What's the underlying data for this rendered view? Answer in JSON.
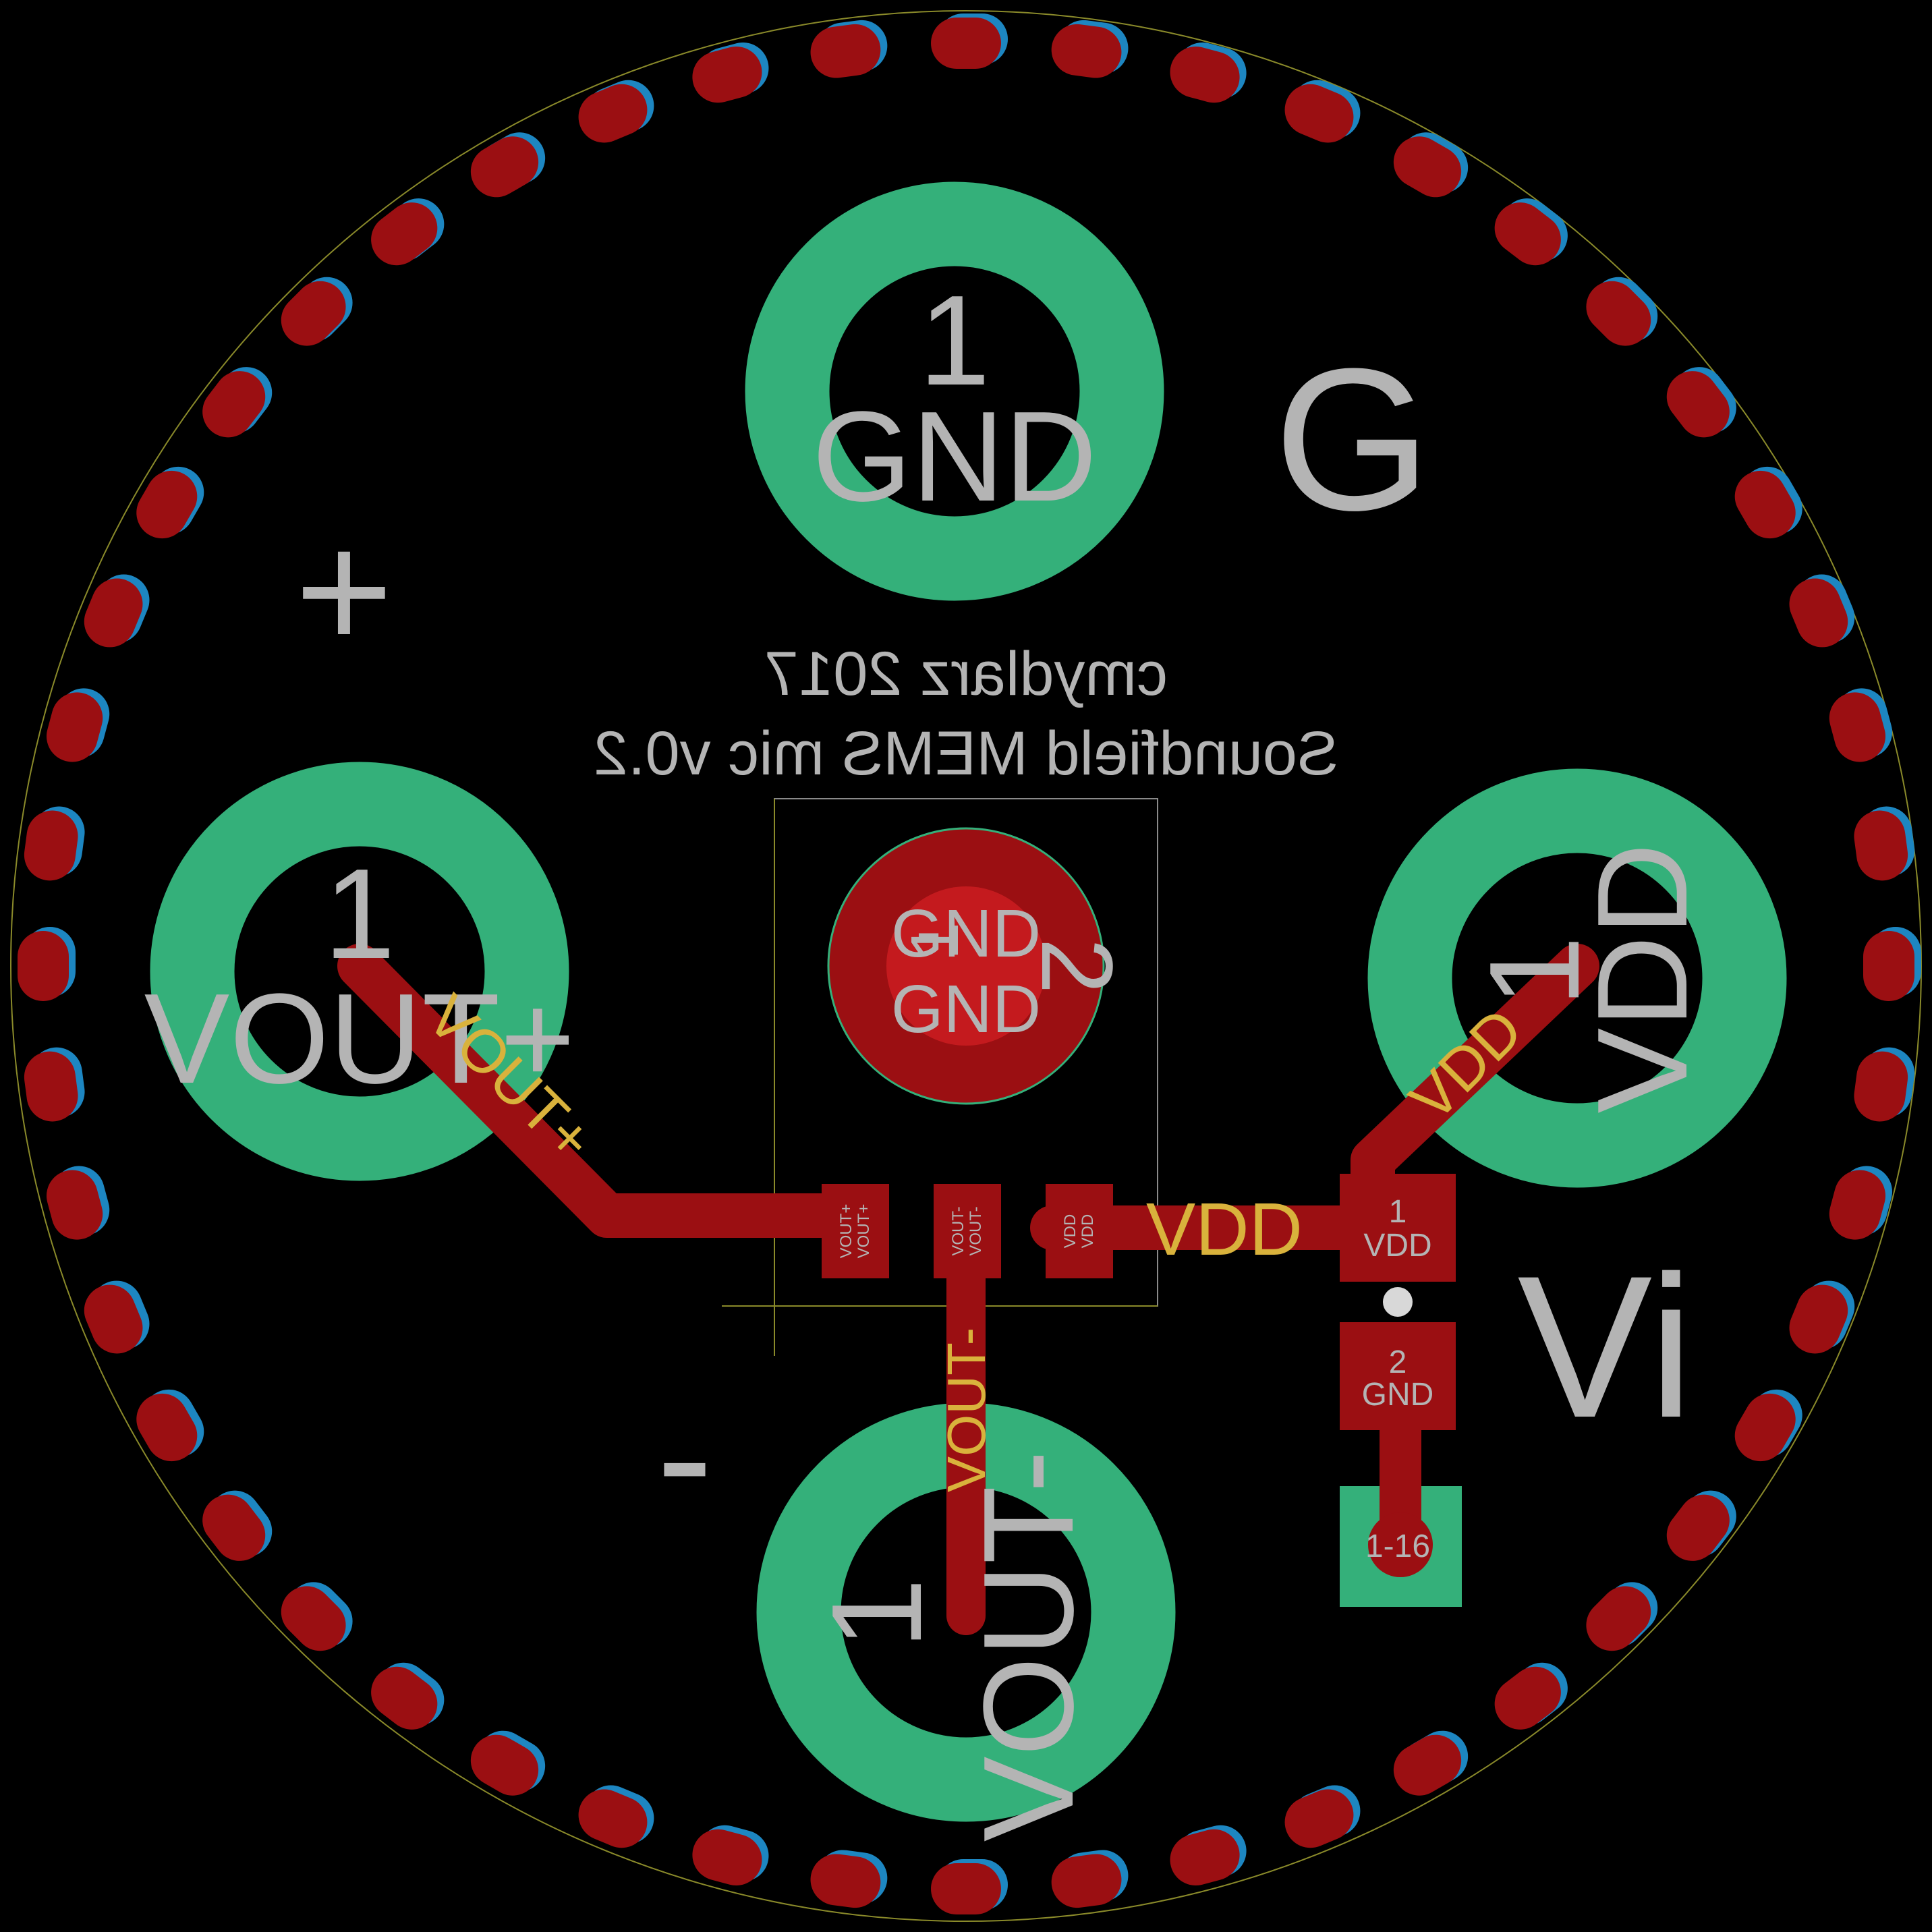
{
  "board": {
    "credit_line": "cmydlarz 2017",
    "title_line": "Soundfield MEMS mic v0.2",
    "polarity_plus": "+",
    "polarity_minus": "-",
    "letter_g": "G",
    "letter_vi": "Vi"
  },
  "pads": {
    "gnd": {
      "pin": "1",
      "net": "GND"
    },
    "vout_plus": {
      "pin": "1",
      "net": "VOUT+"
    },
    "vdd": {
      "pin": "1",
      "net": "VDD"
    },
    "vout_minus": {
      "pin": "1",
      "net": "VOUT-"
    }
  },
  "center_via": {
    "line1": "GND",
    "line2": "GND",
    "pin_a": "1",
    "pin_b": "2"
  },
  "mems_pads": {
    "vout_plus": {
      "line1": "VOUT+",
      "line2": "VOUT+"
    },
    "vout_minus": {
      "line1": "VOUT-",
      "line2": "VOUT-"
    },
    "vdd": {
      "line1": "VDD",
      "line2": "VDD"
    }
  },
  "cap_pads": {
    "pad1": {
      "pin": "1",
      "net": "VDD"
    },
    "pad2": {
      "pin": "2",
      "net": "GND"
    }
  },
  "test_pad": {
    "label": "1-16"
  },
  "trace_labels": {
    "vout_plus": "VOUT+",
    "vdd_diag": "VDD",
    "vdd_horiz": "VDD",
    "vout_minus": "VOUT-"
  },
  "colors": {
    "background": "#000000",
    "copper_top": "#9b0f12",
    "copper_bottom": "#1d86c1",
    "pad_ring": "#34b07a",
    "silk": "#b4b4b4",
    "trace_name": "#d9b23c",
    "outline": "#8a8a2a"
  }
}
